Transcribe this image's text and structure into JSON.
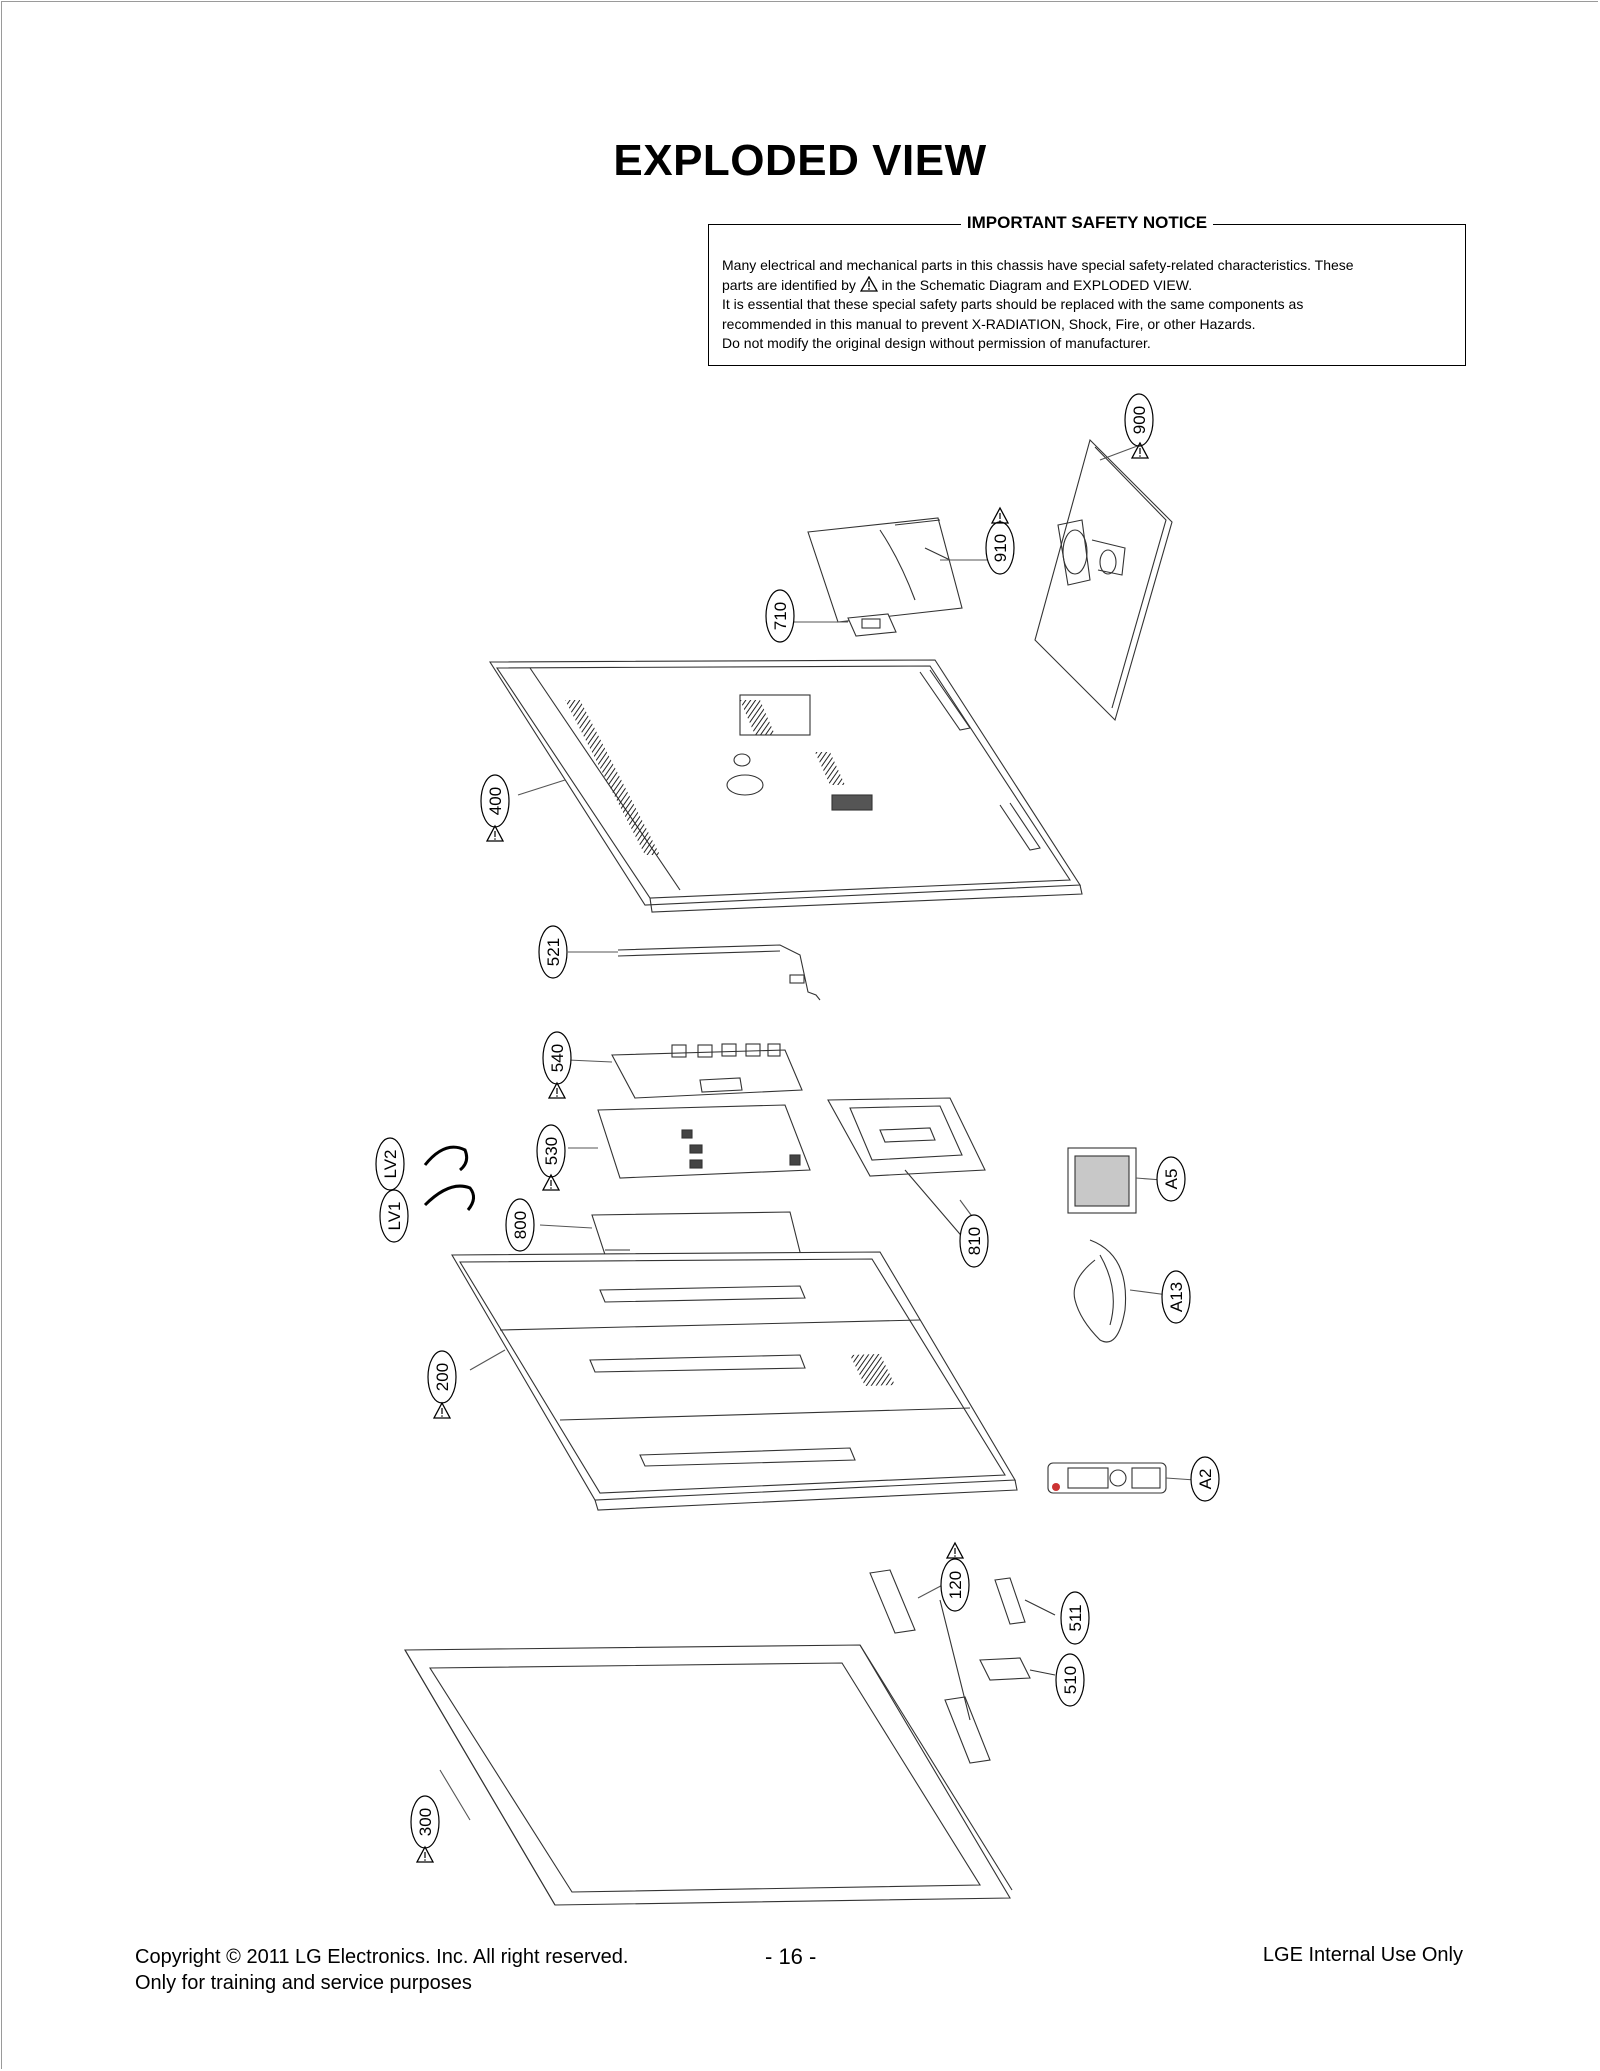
{
  "page": {
    "title": "EXPLODED VIEW",
    "page_number": "- 16 -"
  },
  "notice": {
    "title": "IMPORTANT SAFETY NOTICE",
    "line1": "Many electrical and mechanical parts in this chassis have special safety-related characteristics. These",
    "line2_before": "parts are identified by",
    "line2_after": "in the Schematic Diagram and EXPLODED VIEW.",
    "line3": "It is essential that these special safety parts should be replaced with the same components as",
    "line4": "recommended in this manual to prevent X-RADIATION, Shock, Fire, or other Hazards.",
    "line5": "Do not modify the original design without permission of manufacturer."
  },
  "callouts": {
    "c900": "900",
    "c910": "910",
    "c710": "710",
    "c400": "400",
    "c521": "521",
    "c540": "540",
    "c530": "530",
    "cLV2": "LV2",
    "cLV1": "LV1",
    "c800": "800",
    "c810": "810",
    "cA5": "A5",
    "cA13": "A13",
    "c200": "200",
    "cA2": "A2",
    "c120": "120",
    "c511": "511",
    "c510": "510",
    "c300": "300"
  },
  "footer": {
    "copyright": "Copyright  © 2011  LG Electronics. Inc. All right reserved.",
    "purpose": "Only for training and service purposes",
    "internal": "LGE Internal Use Only"
  },
  "icons": {
    "safety": "warning-triangle-icon"
  }
}
